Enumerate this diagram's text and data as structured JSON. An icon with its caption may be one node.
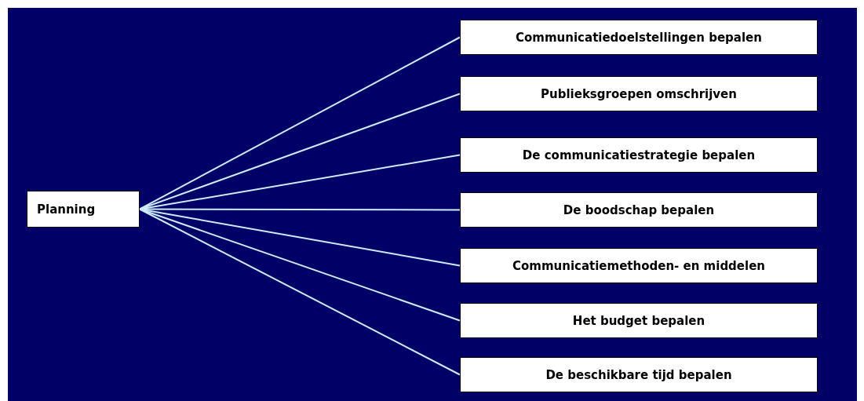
{
  "diagram": {
    "nodes": [
      {
        "text": [
          "Planning"
        ]
      },
      {
        "text": [
          "Communicatiedoelstellingen bepalen"
        ]
      },
      {
        "text": [
          "Publieksgroepen omschrijven"
        ]
      },
      {
        "text": [
          "De communicatiestrategie bepalen"
        ]
      },
      {
        "text": [
          "De boodschap bepalen"
        ]
      },
      {
        "text": [
          "Communicatiemethoden- en middelen"
        ]
      },
      {
        "text": [
          "Het budget bepalen"
        ]
      },
      {
        "text": [
          "De beschikbare tijd bepalen"
        ]
      }
    ],
    "edges": [
      {
        "from": 0,
        "to": 1,
        "arrow": "none"
      },
      {
        "from": 0,
        "to": 2,
        "arrow": "none"
      },
      {
        "from": 0,
        "to": 3,
        "arrow": "none"
      },
      {
        "from": 0,
        "to": 4,
        "arrow": "none"
      },
      {
        "from": 0,
        "to": 5,
        "arrow": "none"
      },
      {
        "from": 0,
        "to": 6,
        "arrow": "none"
      },
      {
        "from": 0,
        "to": 7,
        "arrow": "none"
      }
    ]
  }
}
